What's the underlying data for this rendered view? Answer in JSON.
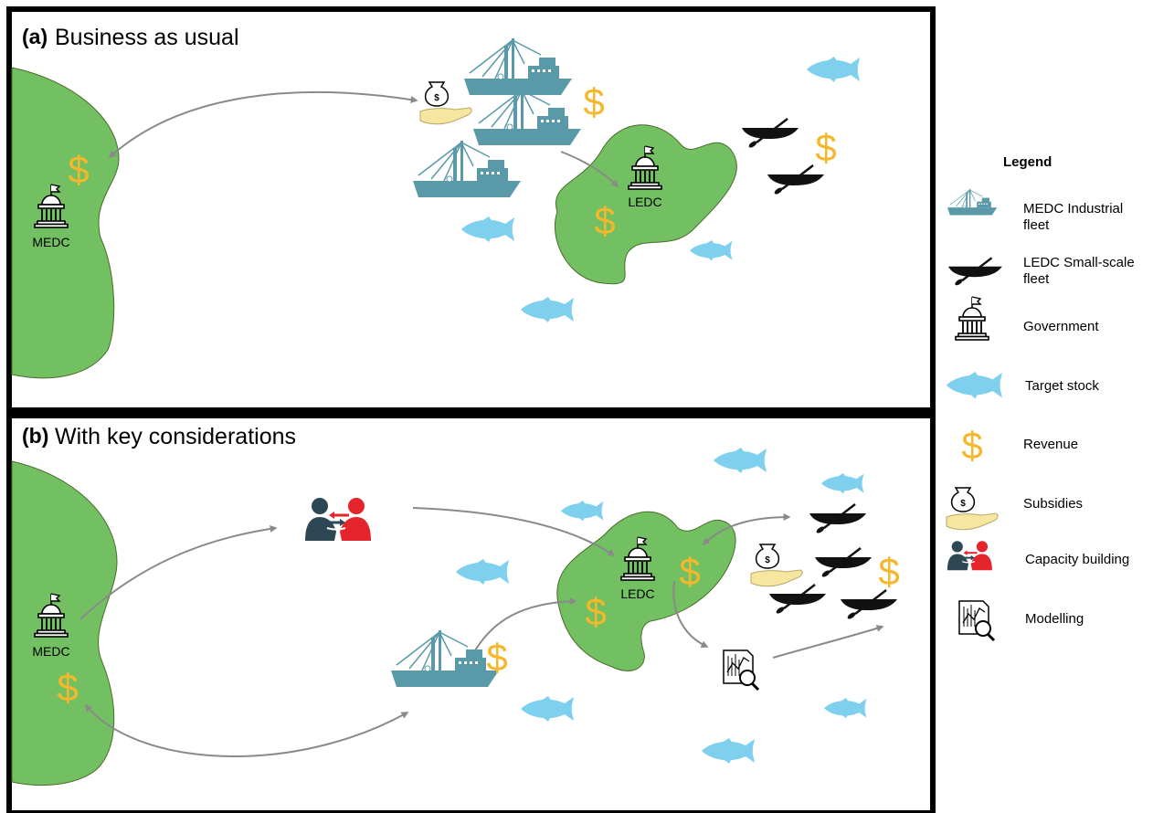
{
  "panel_a": {
    "letter": "(a)",
    "title": "Business as usual",
    "medc_label": "MEDC",
    "ledc_label": "LEDC"
  },
  "panel_b": {
    "letter": "(b)",
    "title": "With key considerations",
    "medc_label": "MEDC",
    "ledc_label": "LEDC"
  },
  "revenue_symbol": "$",
  "legend": {
    "title": "Legend",
    "items": [
      {
        "icon": "industrial-fleet-icon",
        "lines": [
          "MEDC Industrial",
          "fleet"
        ]
      },
      {
        "icon": "small-scale-fleet-icon",
        "lines": [
          "LEDC Small-scale",
          "fleet"
        ]
      },
      {
        "icon": "government-icon",
        "lines": [
          "Government"
        ]
      },
      {
        "icon": "target-stock-icon",
        "lines": [
          "Target stock"
        ]
      },
      {
        "icon": "revenue-icon",
        "lines": [
          "Revenue"
        ]
      },
      {
        "icon": "subsidies-icon",
        "lines": [
          "Subsidies"
        ]
      },
      {
        "icon": "capacity-building-icon",
        "lines": [
          "Capacity building"
        ]
      },
      {
        "icon": "modelling-icon",
        "lines": [
          "Modelling"
        ]
      }
    ]
  },
  "colors": {
    "land": "#72c062",
    "land_edge": "#4a6b2a",
    "fish": "#7fd0ee",
    "vessel": "#5a9aa8",
    "small_boat": "#111111",
    "revenue": "#f5b72c",
    "hand": "#f6e6a0",
    "person_dark": "#2d4854",
    "person_red": "#e5252b",
    "arrow": "#8a8a8a"
  }
}
